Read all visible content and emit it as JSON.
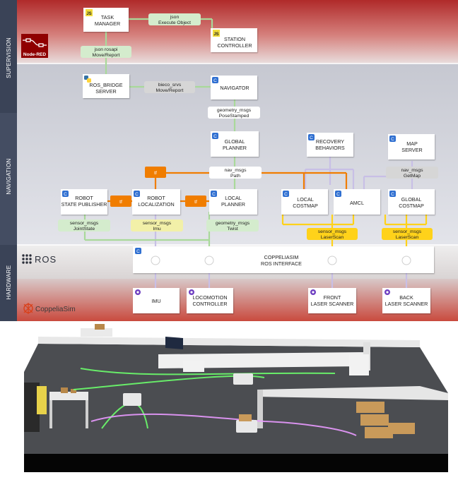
{
  "bands": {
    "supervision": "SUPERVISION",
    "navigation": "NAVIGATION",
    "hardware": "HARDWARE"
  },
  "logos": {
    "nodered": "Node-RED",
    "ros": "ROS",
    "coppelia": "CoppeliaSim"
  },
  "nodes": {
    "task_manager": [
      "TASK",
      "MANAGER"
    ],
    "station_controller": [
      "STATION",
      "CONTROLLER"
    ],
    "ros_bridge": [
      "ROS_BRIDGE",
      "SERVER"
    ],
    "navigator": [
      "NAVIGATOR"
    ],
    "global_planner": [
      "GLOBAL",
      "PLANNER"
    ],
    "recovery": [
      "RECOVERY",
      "BEHAVIORS"
    ],
    "map_server": [
      "MAP",
      "SERVER"
    ],
    "robot_state_pub": [
      "ROBOT",
      "STATE PUBLISHER"
    ],
    "robot_localization": [
      "ROBOT",
      "LOCALIZATION"
    ],
    "local_planner": [
      "LOCAL",
      "PLANNER"
    ],
    "local_costmap": [
      "LOCAL",
      "COSTMAP"
    ],
    "amcl": [
      "AMCL"
    ],
    "global_costmap": [
      "GLOBAL",
      "COSTMAP"
    ],
    "ros_interface": [
      "COPPELIASIM",
      "ROS INTERFACE"
    ],
    "imu": [
      "IMU"
    ],
    "locomotion": [
      "LOCOMOTION",
      "CONTROLLER"
    ],
    "front_scanner": [
      "FRONT",
      "LASER SCANNER"
    ],
    "back_scanner": [
      "BACK",
      "LASER SCANNER"
    ]
  },
  "messages": {
    "json_exec": [
      "json",
      "Execute Object"
    ],
    "json_rosapi": [
      "json rosapi",
      "Move/Report"
    ],
    "bieco": [
      "bieco_srvs",
      "Move/Report"
    ],
    "pose": [
      "geometry_msgs",
      "PoseStamped"
    ],
    "path": [
      "nav_msgs",
      "Path"
    ],
    "getmap": [
      "nav_msgs",
      "GetMap"
    ],
    "tf_top": "tf",
    "tf_left": "tf",
    "tf_right": "tf",
    "jointstate": [
      "sensor_msgs",
      "JointState"
    ],
    "imu_msg": [
      "sensor_msgs",
      "Imu"
    ],
    "twist": [
      "geometry_msgs",
      "Twist"
    ],
    "laser_left": [
      "sensor_msgs",
      "LaserScan"
    ],
    "laser_right": [
      "sensor_msgs",
      "LaserScan"
    ]
  },
  "badges": {
    "js": "JS"
  },
  "colors": {
    "supervision_bg": "#b8312f",
    "navigation_bg": "#d9dbe3",
    "hardware_bg": "#e2e0e0",
    "band_label": "#3a4357",
    "tf_orange": "#f07d00",
    "laser_yellow": "#ffd21a",
    "ros_blue": "#2f6fd1",
    "node_green": "#d4eccd",
    "node_grey": "#d6d6d6",
    "imu_yellow": "#f2f0a8",
    "line_green": "#a9d99a",
    "line_lavender": "#c8bfe6"
  }
}
